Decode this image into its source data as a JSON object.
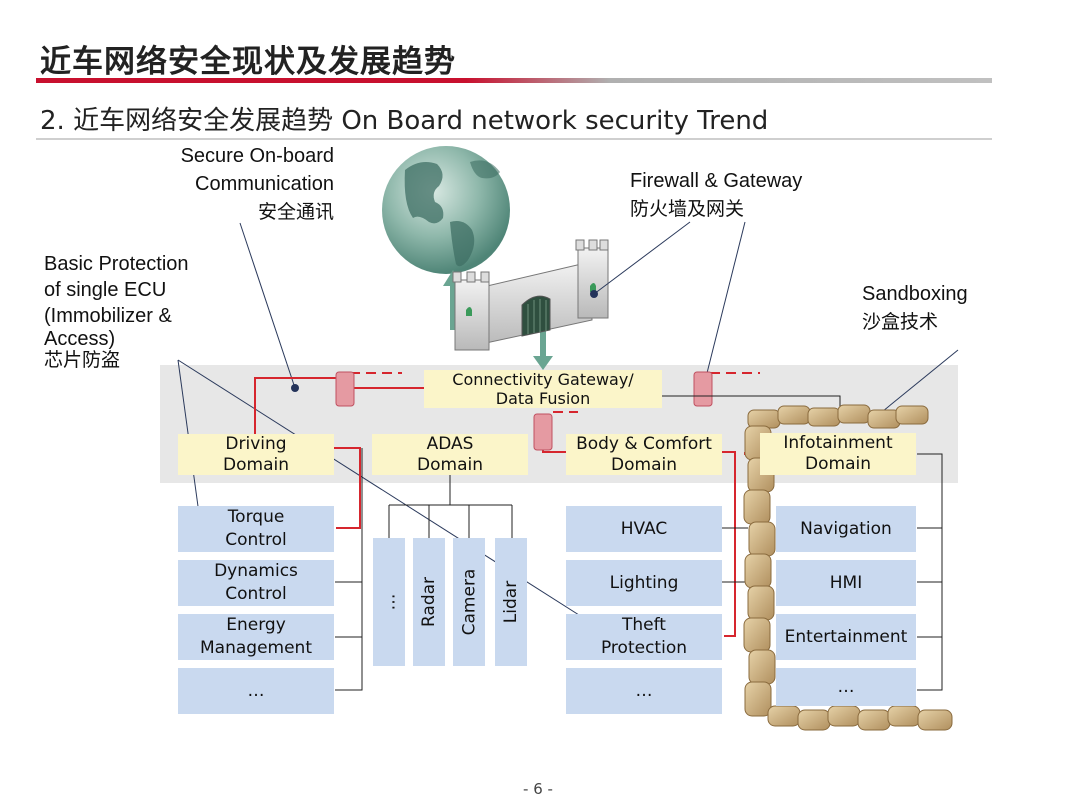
{
  "slide": {
    "title": "近车网络安全现状及发展趋势",
    "subtitle": "2. 近车网络安全发展趋势 On Board network security Trend",
    "page_number": "- 6 -"
  },
  "callouts": {
    "secure_comm": {
      "line1": "Secure On-board",
      "line2": "Communication",
      "cn": "安全通讯"
    },
    "basic_protection": {
      "line1": "Basic Protection",
      "line2": "of single ECU",
      "line3": "(Immobilizer &",
      "line4": "Access)",
      "cn": "芯片防盗"
    },
    "firewall": {
      "line1": "Firewall & Gateway",
      "cn": "防火墙及网关"
    },
    "sandboxing": {
      "line1": "Sandboxing",
      "cn": "沙盒技术"
    }
  },
  "gateway": {
    "line1": "Connectivity Gateway/",
    "line2": "Data Fusion"
  },
  "domains": {
    "driving": {
      "line1": "Driving",
      "line2": "Domain"
    },
    "adas": {
      "line1": "ADAS",
      "line2": "Domain"
    },
    "body": {
      "line1": "Body & Comfort",
      "line2": "Domain"
    },
    "infotainment": {
      "line1": "Infotainment",
      "line2": "Domain"
    }
  },
  "driving_ecus": {
    "torque": {
      "line1": "Torque",
      "line2": "Control"
    },
    "dynamics": {
      "line1": "Dynamics",
      "line2": "Control"
    },
    "energy": {
      "line1": "Energy",
      "line2": "Management"
    },
    "more": "…"
  },
  "adas_ecus": {
    "more": "…",
    "radar": "Radar",
    "camera": "Camera",
    "lidar": "Lidar"
  },
  "body_ecus": {
    "hvac": "HVAC",
    "lighting": "Lighting",
    "theft": {
      "line1": "Theft",
      "line2": "Protection"
    },
    "more": "…"
  },
  "info_ecus": {
    "navigation": "Navigation",
    "hmi": "HMI",
    "entertainment": "Entertainment",
    "more": "…"
  },
  "colors": {
    "accent": "#c8102e",
    "domain_fill": "#fbf5c9",
    "ecu_fill": "#c9d9ef",
    "band": "#e7e7e7"
  }
}
